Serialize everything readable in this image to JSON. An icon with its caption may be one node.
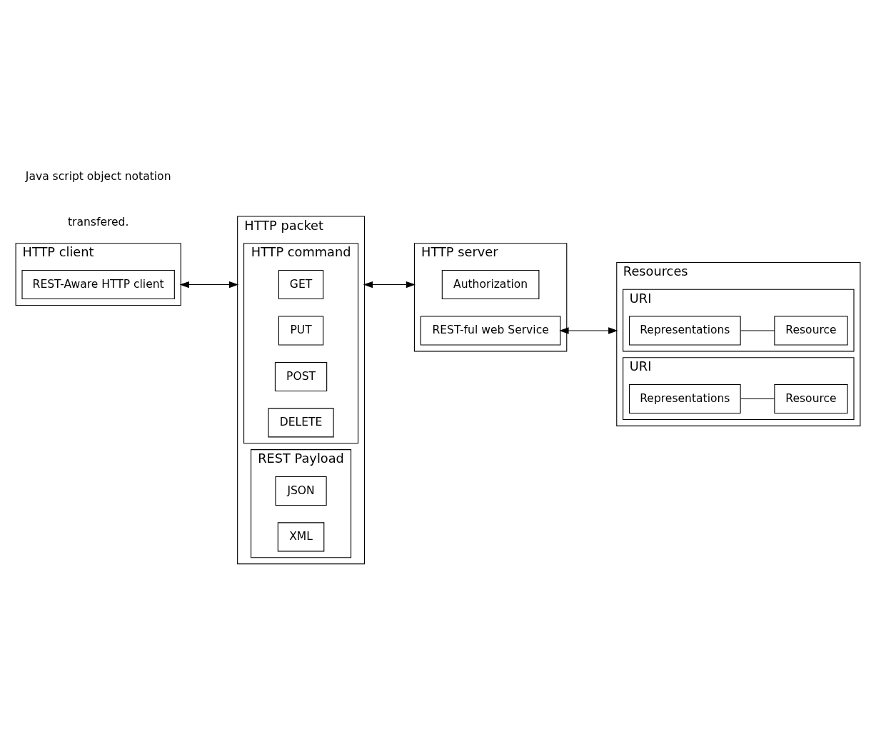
{
  "diagram": {
    "nodes": [
      {
        "text": [
          "HTTP client"
        ]
      },
      {
        "text": [
          "REST-Aware HTTP client"
        ],
        "in": 0
      },
      {
        "text": [
          "HTTP packet"
        ]
      },
      {
        "text": [
          "HTTP command"
        ],
        "in": 2
      },
      {
        "text": [
          "GET"
        ],
        "in": 3
      },
      {
        "text": [
          "PUT"
        ],
        "in": 3
      },
      {
        "text": [
          "POST"
        ],
        "in": 3
      },
      {
        "text": [
          "DELETE"
        ],
        "in": 3
      },
      {
        "text": [
          "REST Payload"
        ],
        "in": 2
      },
      {
        "text": [
          "JSON"
        ],
        "in": 8
      },
      {
        "text": [
          "XML"
        ],
        "in": 8
      },
      {
        "text": [
          "HTTP server"
        ]
      },
      {
        "text": [
          "Authorization"
        ],
        "in": 11
      },
      {
        "text": [
          "REST-ful web Service"
        ],
        "in": 11
      },
      {
        "text": [
          "Resources"
        ]
      },
      {
        "text": [
          "URI"
        ],
        "in": 14
      },
      {
        "text": [
          "Representations"
        ],
        "in": 15
      },
      {
        "text": [
          "Resource"
        ],
        "in": 15
      },
      {
        "text": [
          "URI"
        ],
        "in": 14
      },
      {
        "text": [
          "Representations"
        ],
        "in": 18
      },
      {
        "text": [
          "Resource"
        ],
        "in": 18
      }
    ],
    "edges": [
      {
        "from": 0,
        "to": 2,
        "arrow": "both"
      },
      {
        "from": 2,
        "to": 11,
        "arrow": "both"
      },
      {
        "from": 13,
        "to": 14,
        "arrow": "both"
      },
      {
        "from": 16,
        "to": 17,
        "arrow": "none"
      },
      {
        "from": 19,
        "to": 20,
        "arrow": "none"
      }
    ],
    "labels": [
      "transfered.",
      "Java script object notation"
    ]
  }
}
